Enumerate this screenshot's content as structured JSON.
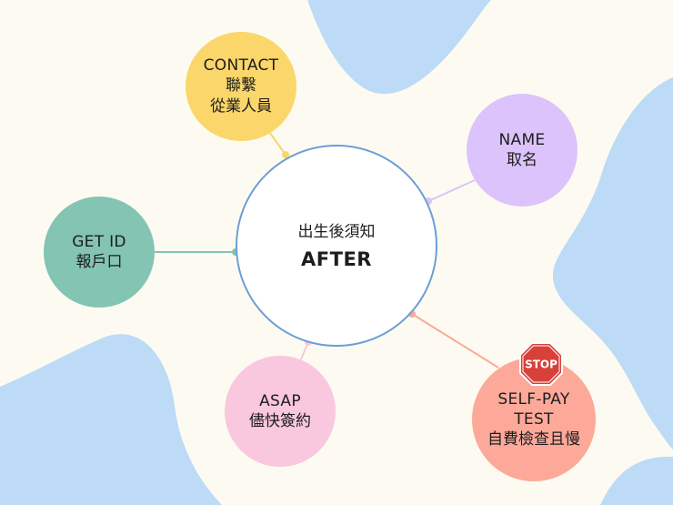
{
  "center": {
    "subtitle": "出生後須知",
    "title": "AFTER"
  },
  "nodes": {
    "contact": {
      "en": "CONTACT",
      "zh1": "聯繫",
      "zh2": "從業人員",
      "color": "#fbd66a"
    },
    "name": {
      "en": "NAME",
      "zh1": "取名",
      "color": "#dcc3fb"
    },
    "get_id": {
      "en": "GET ID",
      "zh1": "報戶口",
      "color": "#83c4b3"
    },
    "asap": {
      "en": "ASAP",
      "zh1": "儘快簽約",
      "color": "#f9c7de"
    },
    "self_pay": {
      "en1": "SELF-PAY",
      "en2": "TEST",
      "zh1": "自費檢查且慢",
      "color": "#fca99a"
    }
  },
  "stop_sign": {
    "label": "STOP",
    "icon": "stop-sign-icon",
    "color": "#d8403a"
  },
  "colors": {
    "background": "#fdfbf1",
    "blob": "#bddbf7",
    "center_ring": "#6a9fd6"
  }
}
